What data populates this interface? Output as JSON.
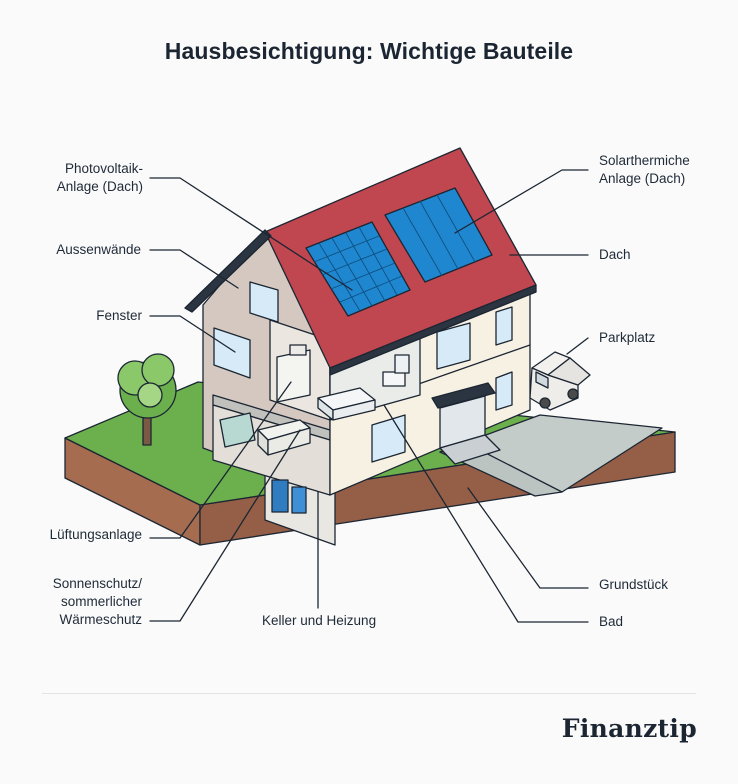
{
  "title": "Hausbesichtigung: Wichtige Bauteile",
  "labels": {
    "photovoltaik": [
      "Photovoltaik-",
      "Anlage (Dach)"
    ],
    "solarthermie": [
      "Solarthermiche",
      "Anlage (Dach)"
    ],
    "aussenwaende": "Aussenwände",
    "dach": "Dach",
    "fenster": "Fenster",
    "parkplatz": "Parkplatz",
    "lueftung": "Lüftungsanlage",
    "sonnenschutz": [
      "Sonnenschutz/",
      "sommerlicher",
      "Wärmeschutz"
    ],
    "keller": "Keller und Heizung",
    "grundstueck": "Grundstück",
    "bad": "Bad"
  },
  "brand": "Finanztip",
  "colors": {
    "roof": "#c0464f",
    "solar_panel": "#1f87cf",
    "grass": "#6bb04d",
    "soil": "#a56c50",
    "wall_side": "#d4c8c0",
    "wall_front": "#f7f1e3",
    "window": "#d6ebf7",
    "outline": "#1c2633"
  }
}
